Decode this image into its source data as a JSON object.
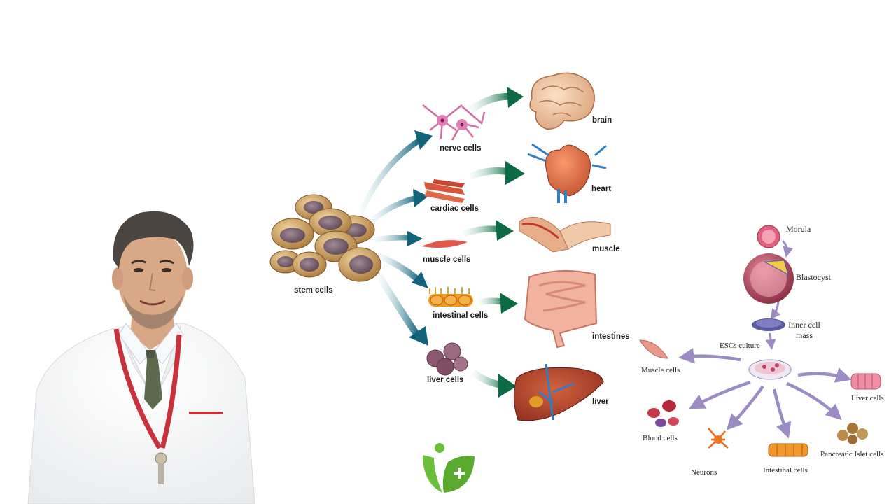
{
  "diagram_left": {
    "stem": "stem cells",
    "cells": [
      "nerve cells",
      "cardiac cells",
      "muscle cells",
      "intestinal cells",
      "liver cells"
    ],
    "organs": [
      "brain",
      "heart",
      "muscle",
      "intestines",
      "liver"
    ]
  },
  "diagram_right": {
    "morula": "Morula",
    "blastocyst": "Blastocyst",
    "inner_mass": "Inner cell mass",
    "esc_culture": "ESCs culture",
    "outcomes": [
      "Muscle cells",
      "Liver cells",
      "Blood cells",
      "Neurons",
      "Intestinal cells",
      "Pancreatic Islet cells"
    ]
  },
  "colors": {
    "teal_arrow": "#1b6f86",
    "green_arrow": "#0f6b4a",
    "purple_arrow": "#9b8cc4",
    "logo_green": "#6bbf3a",
    "lanyard_red": "#c8323a"
  }
}
